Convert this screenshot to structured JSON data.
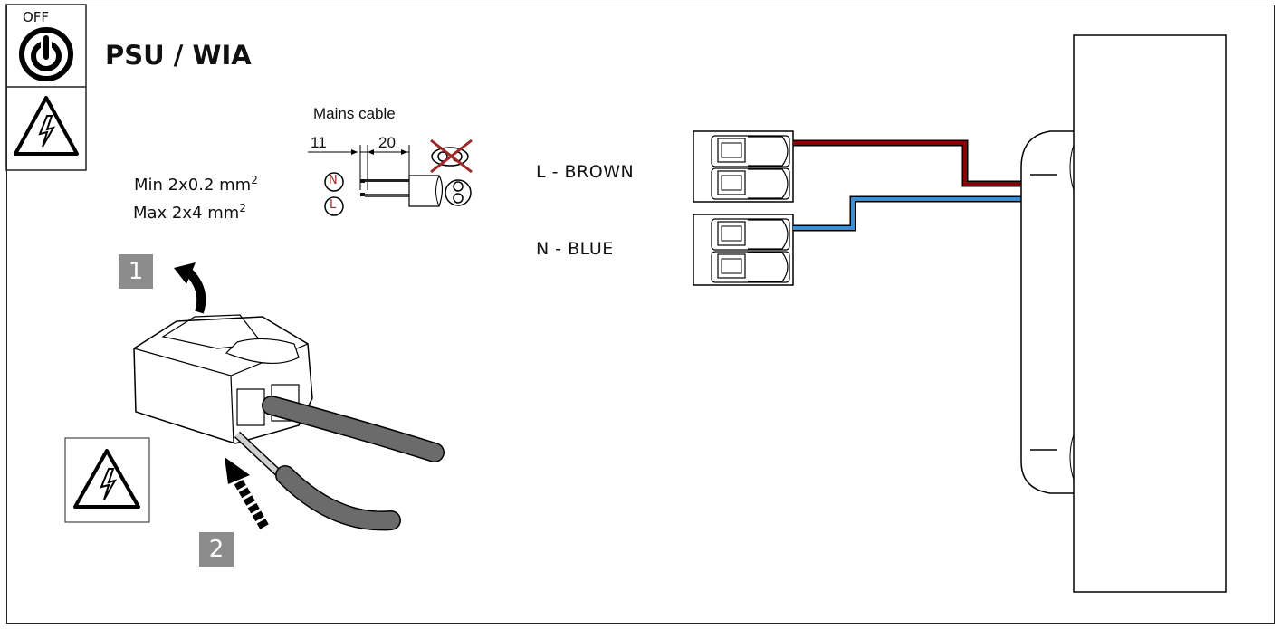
{
  "header": {
    "off_label": "OFF",
    "title": "PSU / WIA"
  },
  "icons": {
    "power": "power-icon",
    "warning": "high-voltage-warning-icon"
  },
  "cable": {
    "title": "Mains cable",
    "strip_outer": "11",
    "strip_inner": "20",
    "terminal_n": "N",
    "terminal_l": "L",
    "min_section": "Min  2x0.2 mm",
    "min_exp": "2",
    "max_section": "Max 2x4 mm",
    "max_exp": "2"
  },
  "steps": {
    "step1": "1",
    "step2": "2"
  },
  "wiring": {
    "l_label": "L - BROWN",
    "n_label": "N - BLUE",
    "brown_color": "#8b0000",
    "blue_color": "#3a8fd6"
  }
}
